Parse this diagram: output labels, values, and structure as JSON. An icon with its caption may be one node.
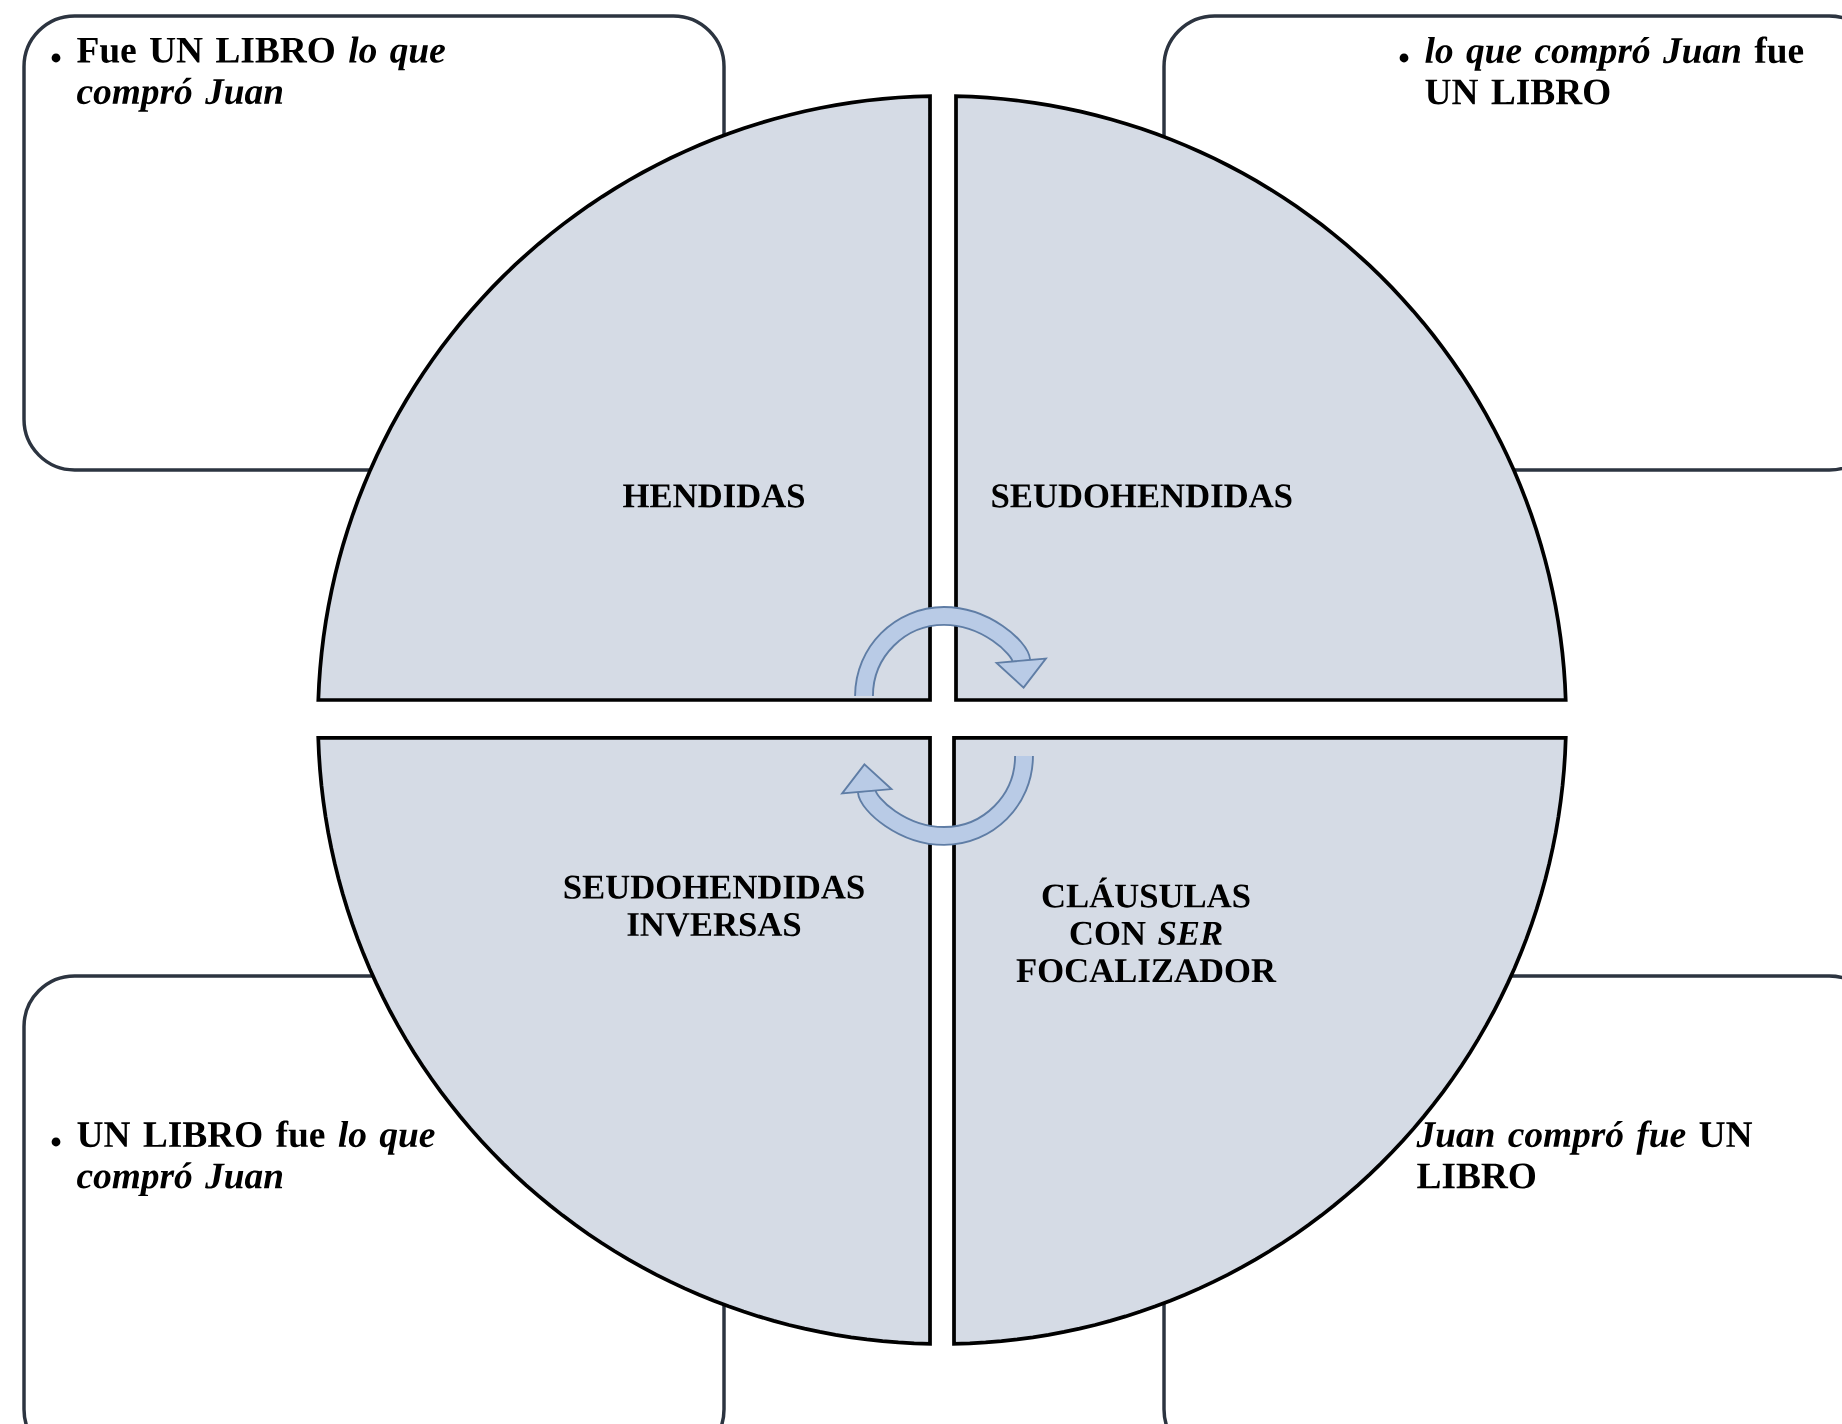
{
  "diagram": {
    "nodes": [
      {
        "text": [
          "Fue UN LIBRO *lo que compró Juan*"
        ]
      },
      {
        "text": [
          "*lo que compró Juan* fue UN LIBRO"
        ]
      },
      {
        "text": [
          "HENDIDAS"
        ]
      },
      {
        "text": [
          "SEUDOHENDIDAS"
        ]
      },
      {
        "text": [
          "SEUDOHENDIDAS INVERSAS"
        ]
      },
      {
        "text": [
          "CLÁUSULAS CON *SER* FOCALIZADOR"
        ]
      },
      {
        "text": [
          "UN LIBRO fue *lo que compró Juan*"
        ]
      },
      {
        "text": [
          "*Juan compró fue* UN LIBRO"
        ]
      }
    ],
    "edges": [
      {
        "from": 2,
        "to": 3,
        "arrow": "to"
      },
      {
        "from": 5,
        "to": 4,
        "arrow": "to"
      }
    ]
  }
}
